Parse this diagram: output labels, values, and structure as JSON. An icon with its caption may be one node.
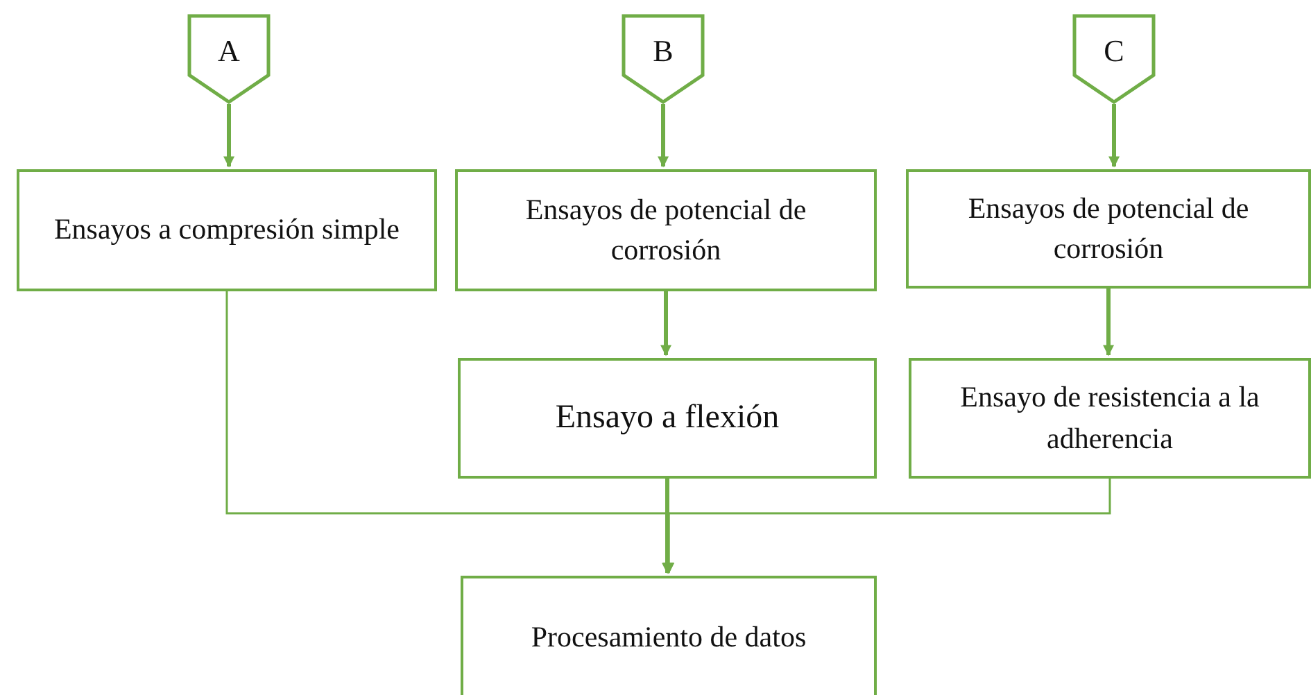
{
  "diagram": {
    "nodes": [
      {
        "text": [
          "A"
        ]
      },
      {
        "text": [
          "B"
        ]
      },
      {
        "text": [
          "C"
        ]
      },
      {
        "text": [
          "Ensayos a compresión simple"
        ]
      },
      {
        "text": [
          "Ensayos de potencial de corrosión"
        ]
      },
      {
        "text": [
          "Ensayos de potencial de corrosión"
        ]
      },
      {
        "text": [
          "Ensayo a flexión"
        ]
      },
      {
        "text": [
          "Ensayo de resistencia a la adherencia"
        ]
      },
      {
        "text": [
          "Procesamiento de datos"
        ]
      }
    ],
    "edges": [
      {
        "from": 0,
        "to": 3,
        "arrow": "to"
      },
      {
        "from": 1,
        "to": 4,
        "arrow": "to"
      },
      {
        "from": 2,
        "to": 5,
        "arrow": "to"
      },
      {
        "from": 4,
        "to": 6,
        "arrow": "to"
      },
      {
        "from": 5,
        "to": 7,
        "arrow": "to"
      },
      {
        "from": 3,
        "to": 8,
        "arrow": "to"
      },
      {
        "from": 6,
        "to": 8,
        "arrow": "to"
      },
      {
        "from": 7,
        "to": 8,
        "arrow": "to"
      }
    ]
  }
}
